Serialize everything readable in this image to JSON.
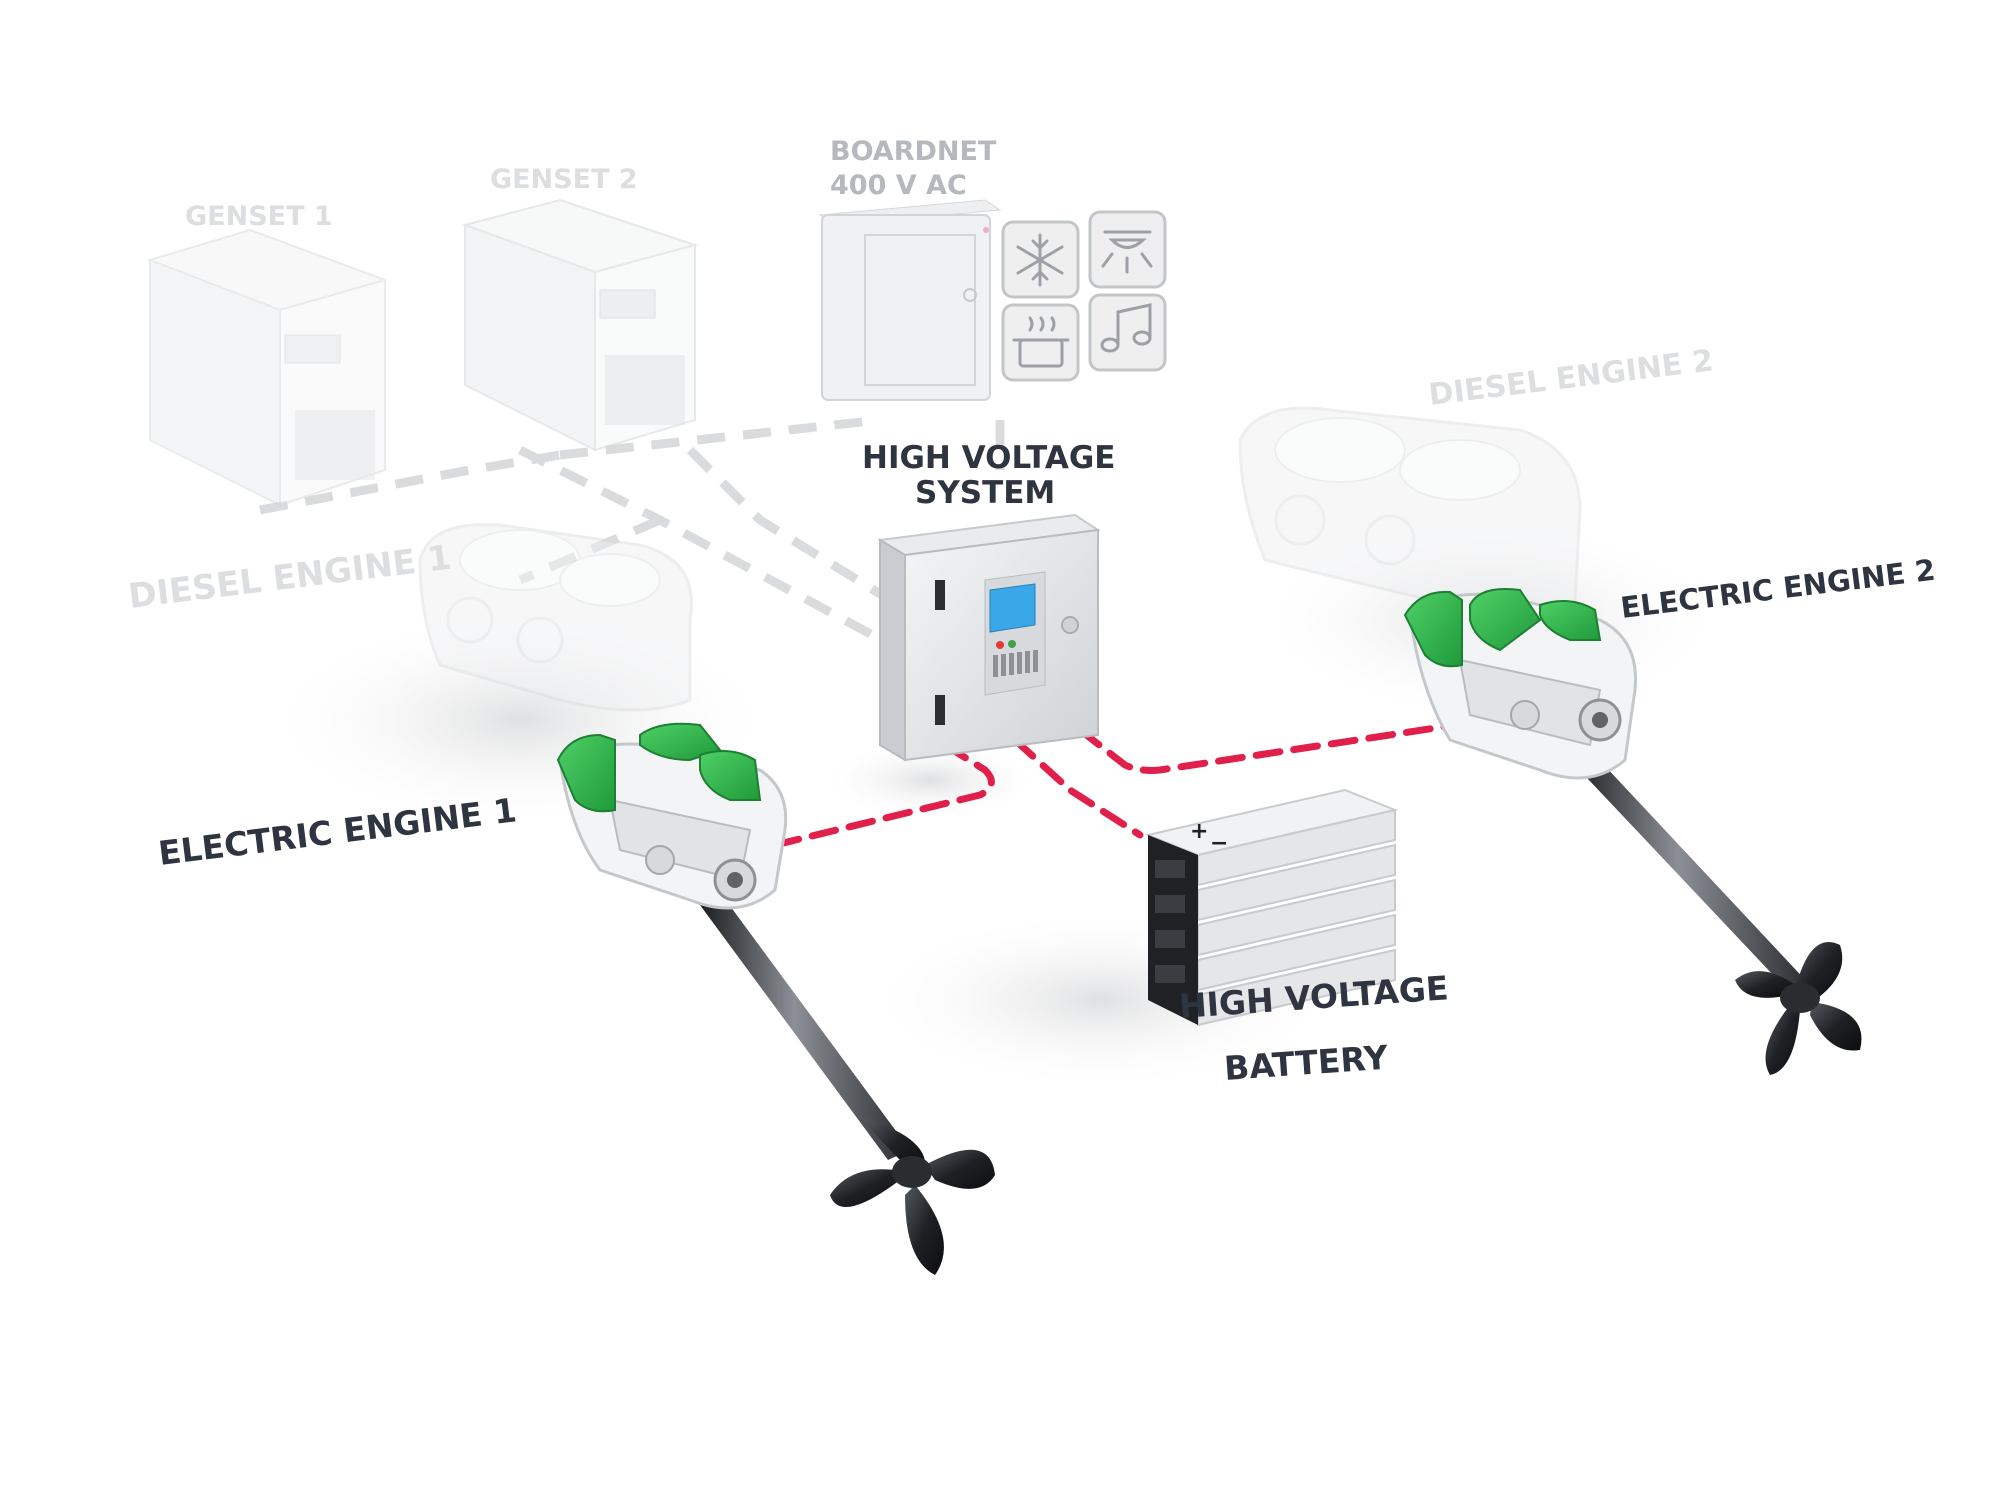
{
  "labels": {
    "genset_1": "GENSET 1",
    "genset_2": "GENSET 2",
    "boardnet_line1": "BOARDNET",
    "boardnet_line2": "400 V AC",
    "hv_system_line1": "HIGH VOLTAGE",
    "hv_system_line2": "SYSTEM",
    "diesel_engine_1": "DIESEL ENGINE 1",
    "diesel_engine_2": "DIESEL ENGINE 2",
    "electric_engine_1": "ELECTRIC ENGINE 1",
    "electric_engine_2": "ELECTRIC ENGINE 2",
    "hv_battery_line1": "HIGH VOLTAGE",
    "hv_battery_line2": "BATTERY",
    "battery_plus": "+",
    "battery_minus": "−"
  },
  "colors": {
    "label_dark": "#2e3440",
    "label_faded": "#c9cbce",
    "hv_cable": "#e0204a",
    "ac_cable": "#d6d8da",
    "motor_green": "#2cb34a",
    "screen_blue": "#3aa8e8",
    "cabinet_gray": "#dfe1e3"
  },
  "icons": [
    "snowflake-icon",
    "ceiling-light-icon",
    "cooking-pot-icon",
    "music-note-icon"
  ]
}
